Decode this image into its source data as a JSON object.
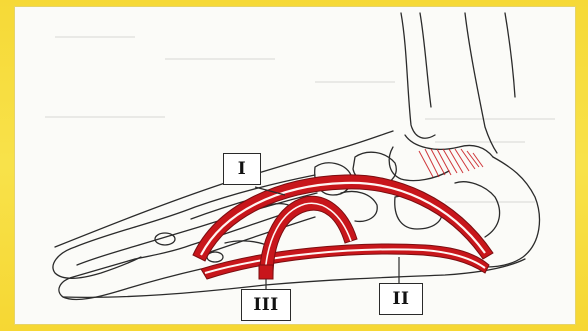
{
  "labels": {
    "arch_1": "I",
    "arch_2": "II",
    "arch_3": "III"
  },
  "colors": {
    "arch_fill": "#c8161b",
    "arch_inner": "#fff5f3",
    "bone_stroke": "#2b2b2b",
    "frame": "#f6d937",
    "panel": "#fbfbf8"
  }
}
